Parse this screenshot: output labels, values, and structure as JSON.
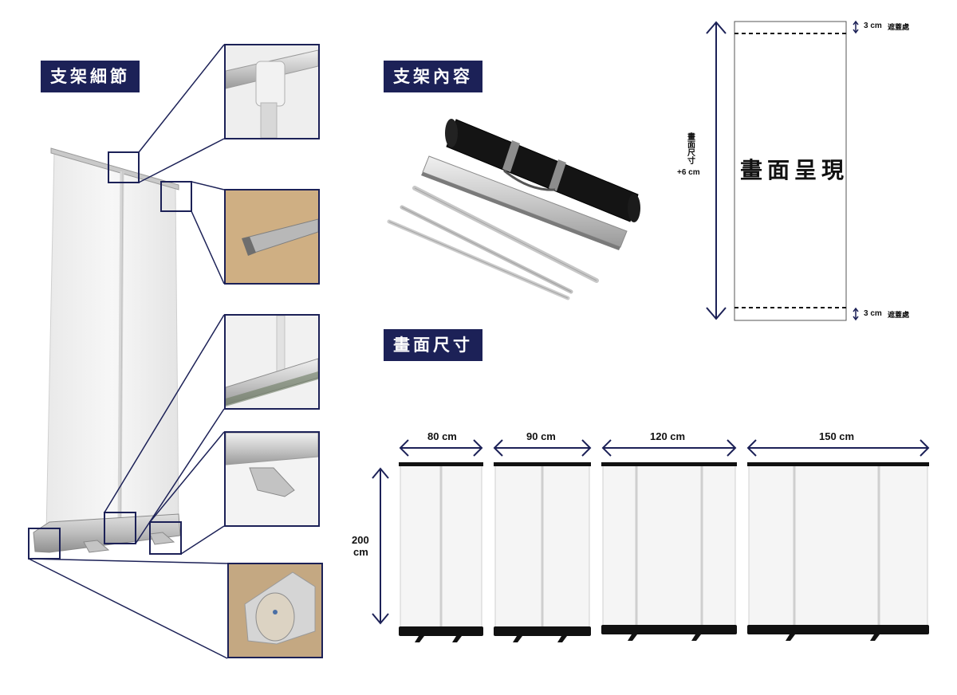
{
  "sections": {
    "details_title": "支架細節",
    "contents_title": "支架內容",
    "size_title": "畫面尺寸"
  },
  "print_area": {
    "top_margin_value": "3 cm",
    "top_margin_note": "遮蓋處",
    "bottom_margin_value": "3 cm",
    "bottom_margin_note": "遮蓋處",
    "height_label_chars": [
      "畫",
      "面",
      "尺",
      "寸"
    ],
    "height_extra": "+6 cm",
    "center_text": "畫面呈現"
  },
  "sizes": {
    "height": "200",
    "height_unit": "cm",
    "widths": [
      "80 cm",
      "90 cm",
      "120 cm",
      "150 cm"
    ]
  },
  "colors": {
    "navy": "#1c2157",
    "banner_white": "#f4f4f4",
    "stand_black": "#111111"
  }
}
